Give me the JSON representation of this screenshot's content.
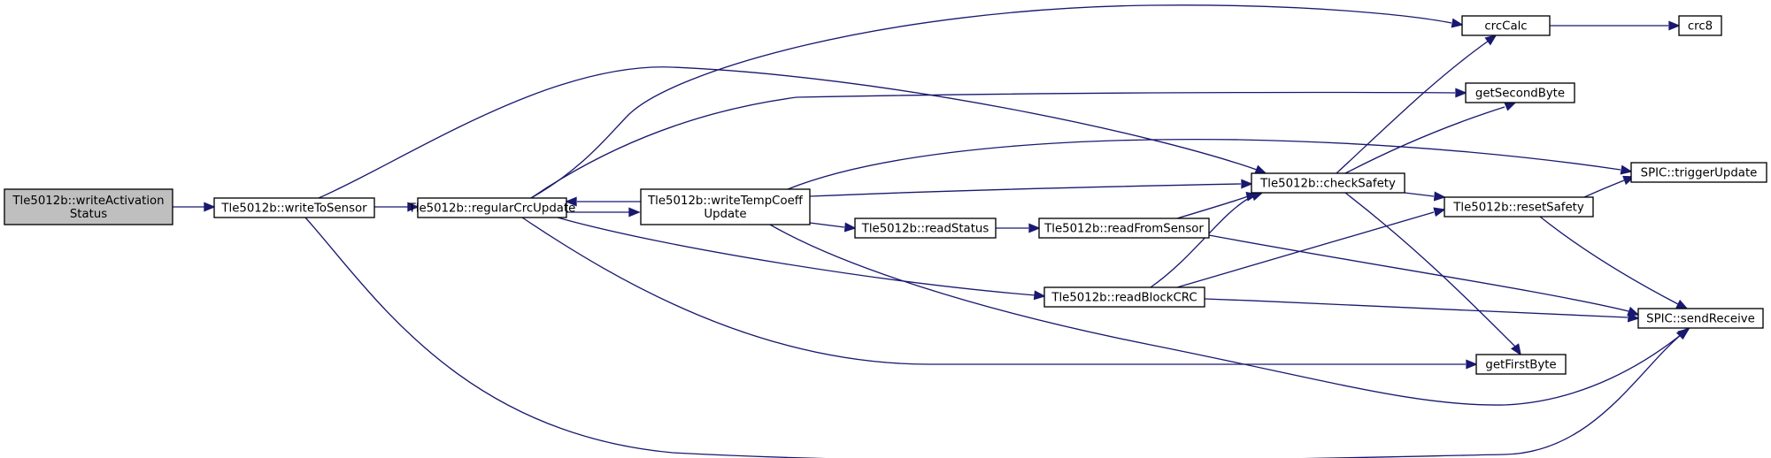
{
  "diagram": {
    "type": "call-graph",
    "colors": {
      "edge": "#191970",
      "root_fill": "#bfbfbf",
      "node_fill": "#ffffff",
      "node_border": "#000000"
    },
    "nodes": [
      {
        "id": "writeActivationStatus",
        "lines": [
          "Tle5012b::writeActivation",
          "Status"
        ],
        "root": true
      },
      {
        "id": "writeToSensor",
        "lines": [
          "Tle5012b::writeToSensor"
        ]
      },
      {
        "id": "regularCrcUpdate",
        "lines": [
          "Tle5012b::regularCrcUpdate"
        ]
      },
      {
        "id": "writeTempCoeffUpdate",
        "lines": [
          "Tle5012b::writeTempCoeff",
          "Update"
        ]
      },
      {
        "id": "readStatus",
        "lines": [
          "Tle5012b::readStatus"
        ]
      },
      {
        "id": "readFromSensor",
        "lines": [
          "Tle5012b::readFromSensor"
        ]
      },
      {
        "id": "readBlockCRC",
        "lines": [
          "Tle5012b::readBlockCRC"
        ]
      },
      {
        "id": "checkSafety",
        "lines": [
          "Tle5012b::checkSafety"
        ]
      },
      {
        "id": "resetSafety",
        "lines": [
          "Tle5012b::resetSafety"
        ]
      },
      {
        "id": "crcCalc",
        "lines": [
          "crcCalc"
        ]
      },
      {
        "id": "crc8",
        "lines": [
          "crc8"
        ]
      },
      {
        "id": "getSecondByte",
        "lines": [
          "getSecondByte"
        ]
      },
      {
        "id": "getFirstByte",
        "lines": [
          "getFirstByte"
        ]
      },
      {
        "id": "triggerUpdate",
        "lines": [
          "SPIC::triggerUpdate"
        ]
      },
      {
        "id": "sendReceive",
        "lines": [
          "SPIC::sendReceive"
        ]
      }
    ],
    "edges": [
      {
        "from": "writeActivationStatus",
        "to": "writeToSensor"
      },
      {
        "from": "writeToSensor",
        "to": "regularCrcUpdate"
      },
      {
        "from": "writeToSensor",
        "to": "checkSafety"
      },
      {
        "from": "writeToSensor",
        "to": "sendReceive"
      },
      {
        "from": "regularCrcUpdate",
        "to": "crcCalc"
      },
      {
        "from": "regularCrcUpdate",
        "to": "getSecondByte"
      },
      {
        "from": "regularCrcUpdate",
        "to": "writeTempCoeffUpdate"
      },
      {
        "from": "regularCrcUpdate",
        "to": "readBlockCRC"
      },
      {
        "from": "regularCrcUpdate",
        "to": "getFirstByte"
      },
      {
        "from": "writeTempCoeffUpdate",
        "to": "regularCrcUpdate"
      },
      {
        "from": "writeTempCoeffUpdate",
        "to": "triggerUpdate"
      },
      {
        "from": "writeTempCoeffUpdate",
        "to": "checkSafety"
      },
      {
        "from": "writeTempCoeffUpdate",
        "to": "readStatus"
      },
      {
        "from": "writeTempCoeffUpdate",
        "to": "sendReceive"
      },
      {
        "from": "readStatus",
        "to": "readFromSensor"
      },
      {
        "from": "readFromSensor",
        "to": "checkSafety"
      },
      {
        "from": "readFromSensor",
        "to": "sendReceive"
      },
      {
        "from": "readBlockCRC",
        "to": "checkSafety"
      },
      {
        "from": "readBlockCRC",
        "to": "resetSafety"
      },
      {
        "from": "readBlockCRC",
        "to": "sendReceive"
      },
      {
        "from": "checkSafety",
        "to": "crcCalc"
      },
      {
        "from": "checkSafety",
        "to": "getSecondByte"
      },
      {
        "from": "checkSafety",
        "to": "resetSafety"
      },
      {
        "from": "checkSafety",
        "to": "getFirstByte"
      },
      {
        "from": "resetSafety",
        "to": "triggerUpdate"
      },
      {
        "from": "resetSafety",
        "to": "sendReceive"
      },
      {
        "from": "crcCalc",
        "to": "crc8"
      }
    ]
  }
}
